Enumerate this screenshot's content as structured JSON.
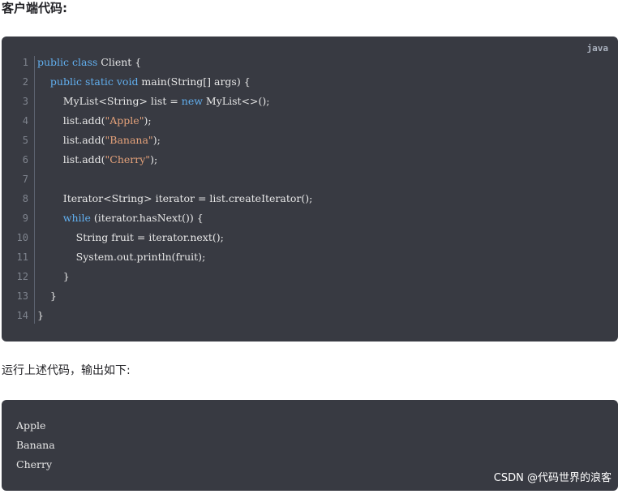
{
  "heading": "客户端代码:",
  "code_block": {
    "language": "java",
    "line_numbers": [
      "1",
      "2",
      "3",
      "4",
      "5",
      "6",
      "7",
      "8",
      "9",
      "10",
      "11",
      "12",
      "13",
      "14"
    ],
    "lines": [
      [
        {
          "t": "kw",
          "v": "public"
        },
        {
          "t": "plain",
          "v": " "
        },
        {
          "t": "kw",
          "v": "class"
        },
        {
          "t": "plain",
          "v": " Client {"
        }
      ],
      [
        {
          "t": "plain",
          "v": "    "
        },
        {
          "t": "kw",
          "v": "public"
        },
        {
          "t": "plain",
          "v": " "
        },
        {
          "t": "kw",
          "v": "static"
        },
        {
          "t": "plain",
          "v": " "
        },
        {
          "t": "kw",
          "v": "void"
        },
        {
          "t": "plain",
          "v": " main(String[] args) {"
        }
      ],
      [
        {
          "t": "plain",
          "v": "        MyList<String> list = "
        },
        {
          "t": "kw",
          "v": "new"
        },
        {
          "t": "plain",
          "v": " MyList<>();"
        }
      ],
      [
        {
          "t": "plain",
          "v": "        list.add("
        },
        {
          "t": "str",
          "v": "\"Apple\""
        },
        {
          "t": "plain",
          "v": ");"
        }
      ],
      [
        {
          "t": "plain",
          "v": "        list.add("
        },
        {
          "t": "str",
          "v": "\"Banana\""
        },
        {
          "t": "plain",
          "v": ");"
        }
      ],
      [
        {
          "t": "plain",
          "v": "        list.add("
        },
        {
          "t": "str",
          "v": "\"Cherry\""
        },
        {
          "t": "plain",
          "v": ");"
        }
      ],
      [
        {
          "t": "plain",
          "v": ""
        }
      ],
      [
        {
          "t": "plain",
          "v": "        Iterator<String> iterator = list.createIterator();"
        }
      ],
      [
        {
          "t": "plain",
          "v": "        "
        },
        {
          "t": "kw",
          "v": "while"
        },
        {
          "t": "plain",
          "v": " (iterator.hasNext()) {"
        }
      ],
      [
        {
          "t": "plain",
          "v": "            String fruit = iterator.next();"
        }
      ],
      [
        {
          "t": "plain",
          "v": "            System.out.println(fruit);"
        }
      ],
      [
        {
          "t": "plain",
          "v": "        }"
        }
      ],
      [
        {
          "t": "plain",
          "v": "    }"
        }
      ],
      [
        {
          "t": "plain",
          "v": "}"
        }
      ]
    ]
  },
  "paragraph": "运行上述代码，输出如下:",
  "output_block": {
    "lines": [
      "Apple",
      "Banana",
      "Cherry"
    ]
  },
  "watermark": "CSDN @代码世界的浪客",
  "colors": {
    "code_bg": "#383a42",
    "keyword": "#61afef",
    "string": "#e5a27a",
    "plain": "#e6e6e6",
    "line_number": "#7f848e"
  }
}
